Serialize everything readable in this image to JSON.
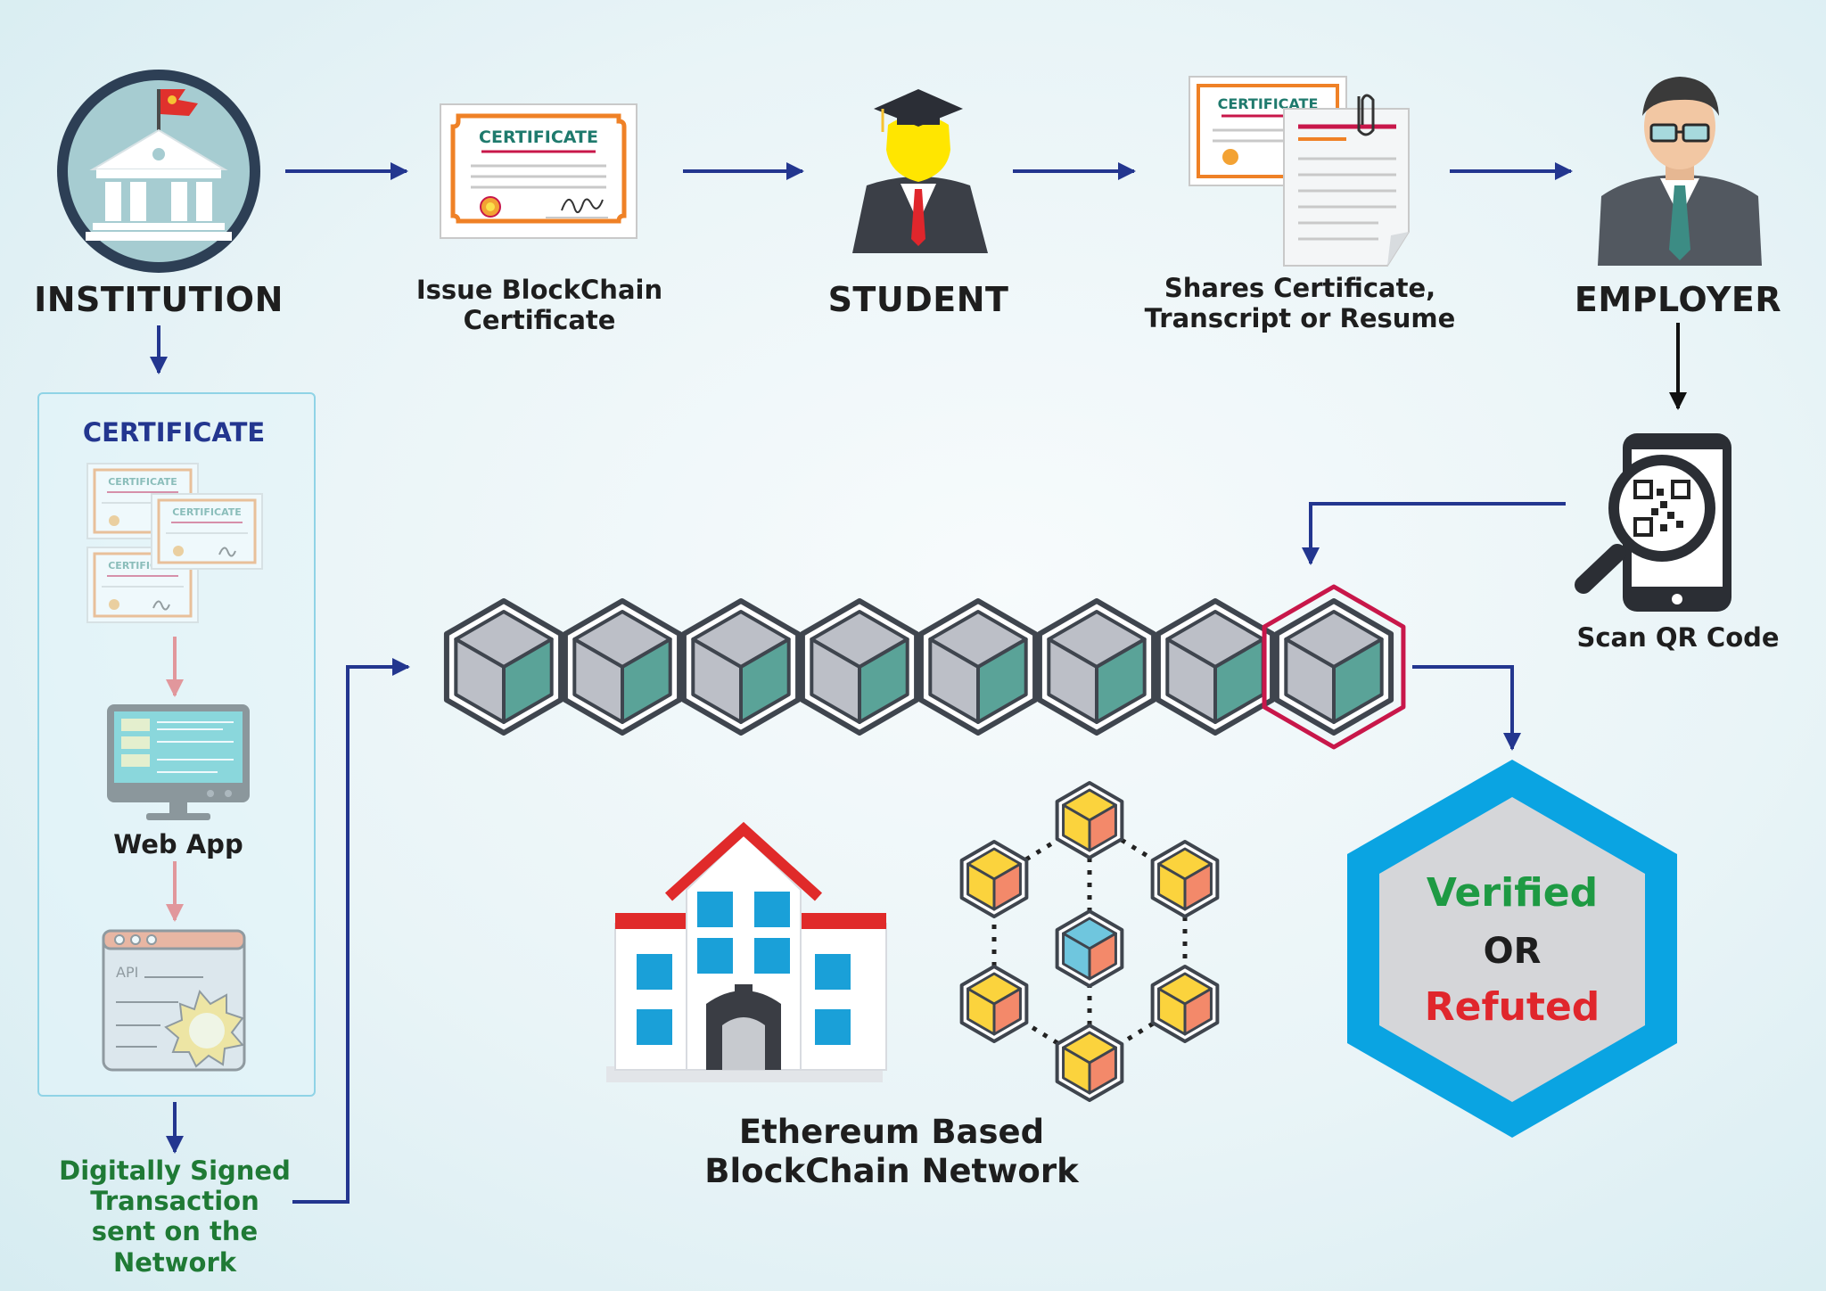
{
  "stages": {
    "institution": "INSTITUTION",
    "issue": "Issue BlockChain Certificate",
    "student": "STUDENT",
    "shares": "Shares Certificate, Transcript or Resume",
    "employer": "EMPLOYER",
    "scan": "Scan QR Code"
  },
  "panel": {
    "title": "CERTIFICATE",
    "web_app": "Web App",
    "api": "API"
  },
  "certificate_text": "CERTIFICATE",
  "signed": "Digitally Signed Transaction sent on the Network",
  "network": "Ethereum Based BlockChain Network",
  "result": {
    "verified": "Verified",
    "or": "OR",
    "refuted": "Refuted"
  },
  "colors": {
    "arrow": "#23368f",
    "red_arrow": "#e0262c",
    "verified": "#1e9a43",
    "refuted": "#e0262c",
    "hex_border": "#0aa4e2",
    "highlight": "#c8174a",
    "cube_gray": "#bcbfc7",
    "cube_teal": "#5aa398"
  }
}
